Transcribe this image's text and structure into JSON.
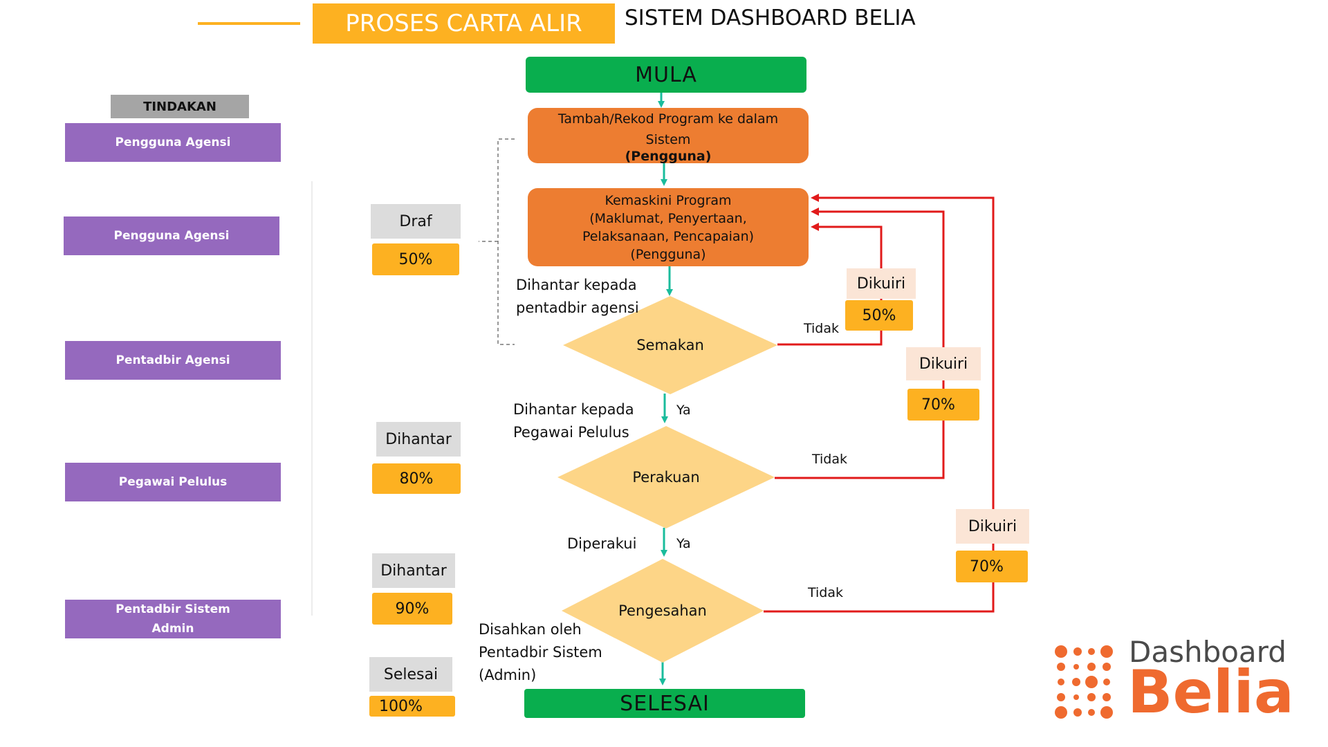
{
  "header": {
    "title": "PROSES CARTA ALIR",
    "subtitle": "SISTEM DASHBOARD BELIA",
    "accent_color": "#FDB121"
  },
  "roles": {
    "heading": "TINDAKAN",
    "items": [
      {
        "label": "Pengguna Agensi"
      },
      {
        "label": "Pengguna Agensi"
      },
      {
        "label": "Pentadbir Agensi"
      },
      {
        "label": "Pegawai Pelulus"
      },
      {
        "label_line1": "Pentadbir Sistem",
        "label_line2": "Admin"
      }
    ],
    "color": "#9569BE"
  },
  "status": {
    "draf": {
      "label": "Draf",
      "pct": "50%"
    },
    "dihantar1": {
      "label": "Dihantar",
      "pct": "80%"
    },
    "dihantar2": {
      "label": "Dihantar",
      "pct": "90%"
    },
    "selesai": {
      "label": "Selesai",
      "pct": "100%"
    }
  },
  "flow": {
    "start": "MULA",
    "step1": {
      "line1": "Tambah/Rekod Program ke dalam",
      "line2": "Sistem",
      "line3": "(Pengguna)"
    },
    "step2": {
      "line1": "Kemaskini Program",
      "line2": "(Maklumat, Penyertaan,",
      "line3": "Pelaksanaan, Pencapaian)",
      "line4": "(Pengguna)"
    },
    "label_to_semakan": {
      "line1": "Dihantar kepada",
      "line2": "pentadbir agensi"
    },
    "decision1": "Semakan",
    "label_to_perakuan": {
      "line1": "Dihantar kepada",
      "line2": "Pegawai Pelulus"
    },
    "decision2": "Perakuan",
    "label_to_pengesahan": "Diperakui",
    "decision3": "Pengesahan",
    "label_to_end": {
      "line1": "Disahkan oleh",
      "line2": "Pentadbir Sistem",
      "line3": "(Admin)"
    },
    "end": "SELESAI",
    "yes": "Ya",
    "no": "Tidak",
    "colors": {
      "terminal": "#09AE4E",
      "process": "#ED7D31",
      "decision": "#FDD587",
      "arrow_yes": "#1ABC9C",
      "arrow_no": "#E11A1A"
    }
  },
  "queries": {
    "q1": {
      "label": "Dikuiri",
      "pct": "50%"
    },
    "q2": {
      "label": "Dikuiri",
      "pct": "70%"
    },
    "q3": {
      "label": "Dikuiri",
      "pct": "70%"
    }
  },
  "logo": {
    "line1": "Dashboard",
    "line2": "Belia",
    "icon": "dots-logo-icon",
    "color": "#EF6A2F"
  }
}
